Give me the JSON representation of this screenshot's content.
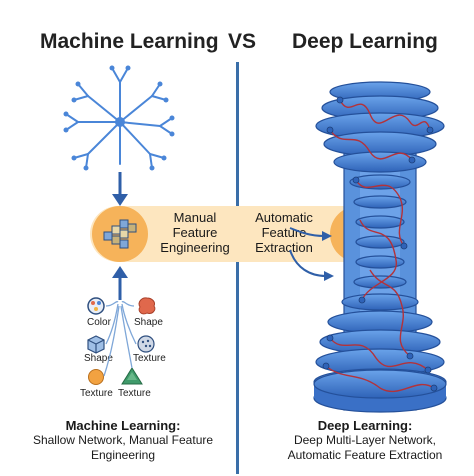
{
  "header": {
    "left_title": "Machine Learning",
    "vs": "VS",
    "right_title": "Deep Learning"
  },
  "ml_band": {
    "line1": "Manual",
    "line2": "Feature",
    "line3": "Engineering"
  },
  "dl_band": {
    "line1": "Automatic",
    "line2": "Feature",
    "line3": "Extraction"
  },
  "features": [
    {
      "label": "Color",
      "icon": "color-palette-icon"
    },
    {
      "label": "Shape",
      "icon": "shape-blob-icon"
    },
    {
      "label": "Shape",
      "icon": "shape-cube-icon"
    },
    {
      "label": "Texture",
      "icon": "texture-sphere-icon"
    },
    {
      "label": "Texture",
      "icon": "texture-circle-icon"
    },
    {
      "label": "Texture",
      "icon": "texture-triangle-icon"
    }
  ],
  "ml_caption": {
    "title": "Machine Learning:",
    "line1": "Shallow Network, Manual Feature",
    "line2": "Engineering"
  },
  "dl_caption": {
    "title": "Deep Learning:",
    "line1": "Deep Multi-Layer Network,",
    "line2": "Automatic Feature Extraction"
  },
  "colors": {
    "accent_blue": "#3a6ea8",
    "network_blue": "#4a86d8",
    "band_orange": "#fde6bf",
    "node_orange": "#f6b35a",
    "wire_red": "#b3323a"
  }
}
